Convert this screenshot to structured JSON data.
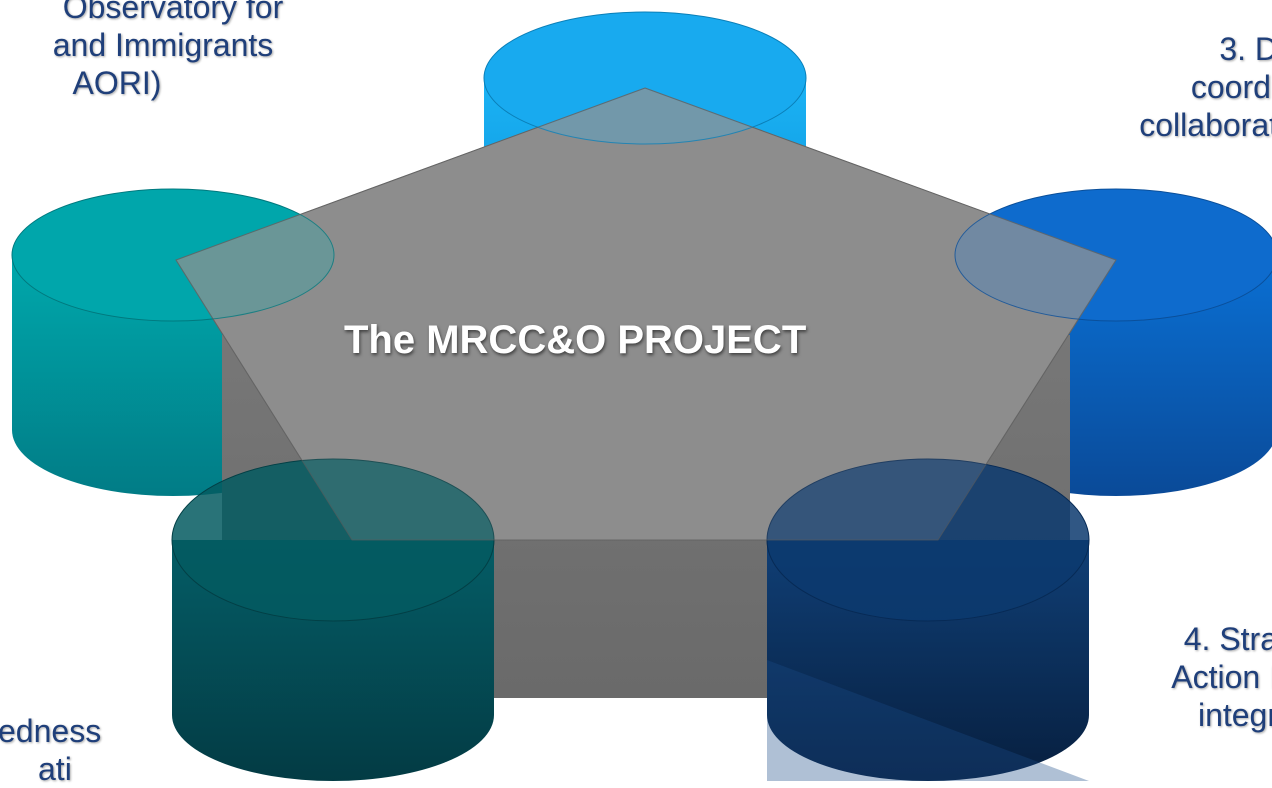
{
  "diagram": {
    "title": "The MRCC&O PROJECT",
    "labels": {
      "pillar_1": [
        "Observatory for",
        "and Immigrants",
        "AORI)"
      ],
      "pillar_2": [
        "edness",
        "ati"
      ],
      "pillar_3": [
        "3. D",
        "coordi",
        "collaborat"
      ],
      "pillar_4": [
        "4. Stra",
        "Action I",
        "integr"
      ]
    },
    "colors": {
      "pentagon": "#8a8a8a",
      "pentagon_dark": "#6f6f6f",
      "cylinder_top_center": "#0ea6ef",
      "cylinder_top_left": "#00a3a8",
      "cylinder_right": "#0a64c4",
      "cylinder_bottom_left": "#045a60",
      "cylinder_bottom_right": "#0c3a6e",
      "label_text": "#1f3f7a"
    }
  }
}
